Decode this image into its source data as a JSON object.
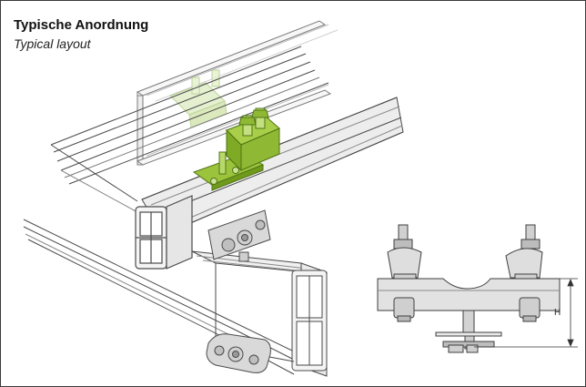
{
  "title": "Typische Anordnung",
  "subtitle": "Typical layout",
  "dimension": {
    "label": "H"
  },
  "colors": {
    "clamp_green": "#9bc43c",
    "clamp_green_dark": "#6f9a1c",
    "clamp_ghost": "#dcebbf",
    "line": "#4a4a4a",
    "rail_fill": "#f2f2f2",
    "part_fill": "#d9d9d9"
  }
}
